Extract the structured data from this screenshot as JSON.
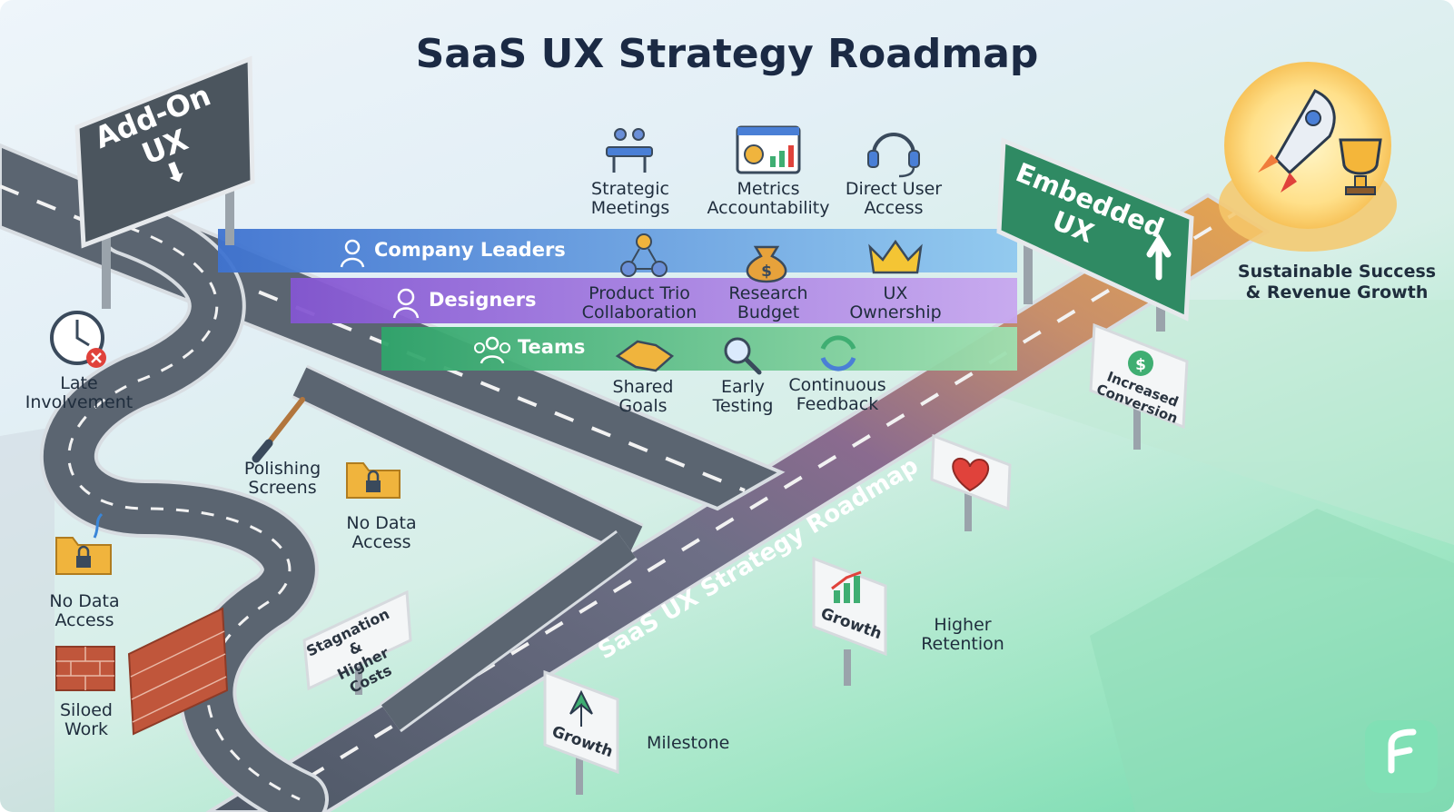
{
  "title": "SaaS UX Strategy Roadmap",
  "road_label": "SaaS UX Strategy Roadmap",
  "signs": {
    "add_on": [
      "Add-On",
      "UX"
    ],
    "embedded": [
      "Embedded",
      "UX"
    ],
    "stagnation": [
      "Stagnation &",
      "Higher Costs"
    ],
    "increased_conversion": [
      "Increased",
      "Conversion"
    ],
    "growth_1": "Growth",
    "growth_2": "Growth"
  },
  "bands": {
    "leaders": "Company Leaders",
    "designers": "Designers",
    "teams": "Teams"
  },
  "items": {
    "strategic_meetings": [
      "Strategic",
      "Meetings"
    ],
    "metrics_accountability": [
      "Metrics",
      "Accountability"
    ],
    "direct_user_access": [
      "Direct User",
      "Access"
    ],
    "product_trio": [
      "Product Trio",
      "Collaboration"
    ],
    "research_budget": [
      "Research",
      "Budget"
    ],
    "ux_ownership": [
      "UX",
      "Ownership"
    ],
    "shared_goals": [
      "Shared",
      "Goals"
    ],
    "early_testing": [
      "Early",
      "Testing"
    ],
    "continuous_feedback": [
      "Continuous",
      "Feedback"
    ]
  },
  "pitfalls": {
    "late_involvement": [
      "Late",
      "Involvement"
    ],
    "polishing_screens": [
      "Polishing",
      "Screens"
    ],
    "no_data_access_1": [
      "No Data",
      "Access"
    ],
    "no_data_access_2": [
      "No Data",
      "Access"
    ],
    "siloed_work": [
      "Siloed",
      "Work"
    ]
  },
  "outcomes": {
    "sustainable": [
      "Sustainable Success",
      "& Revenue Growth"
    ],
    "higher_retention": [
      "Higher",
      "Retention"
    ],
    "milestone": "Milestone"
  },
  "colors": {
    "band_leaders": "#4a7fd6",
    "band_designers": "#8e63d6",
    "band_teams": "#3fae72",
    "road": "#5a6470",
    "embedded_sign": "#2f8a63",
    "addon_sign": "#4b555e"
  }
}
